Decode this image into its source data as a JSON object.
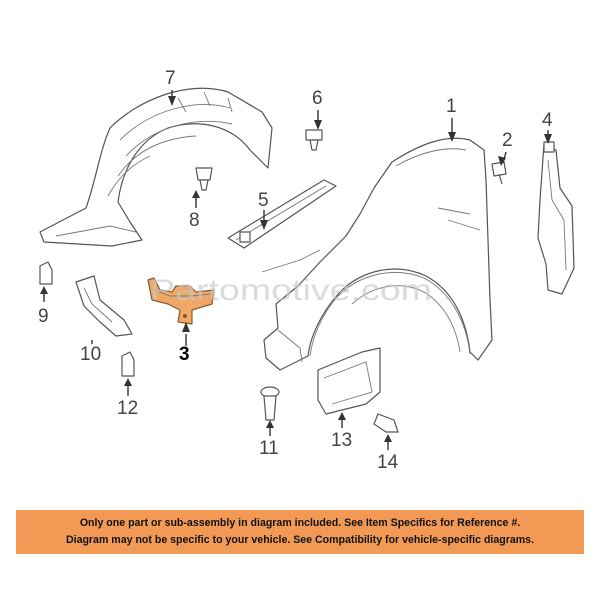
{
  "diagram": {
    "watermark": "Partomotive.com",
    "highlight_color": "#f0a868",
    "callouts": [
      {
        "id": "1",
        "label": "1"
      },
      {
        "id": "2",
        "label": "2"
      },
      {
        "id": "3",
        "label": "3",
        "highlighted": true
      },
      {
        "id": "4",
        "label": "4"
      },
      {
        "id": "5",
        "label": "5"
      },
      {
        "id": "6",
        "label": "6"
      },
      {
        "id": "7",
        "label": "7"
      },
      {
        "id": "8",
        "label": "8"
      },
      {
        "id": "9",
        "label": "9"
      },
      {
        "id": "10",
        "label": "10"
      },
      {
        "id": "11",
        "label": "11"
      },
      {
        "id": "12",
        "label": "12"
      },
      {
        "id": "13",
        "label": "13"
      },
      {
        "id": "14",
        "label": "14"
      }
    ]
  },
  "notice": {
    "background": "#f29a55",
    "line1": "Only one part or sub-assembly in diagram included. See Item Specifics for Reference #.",
    "line2": "Diagram may not be specific to your vehicle. See Compatibility for vehicle-specific diagrams."
  }
}
